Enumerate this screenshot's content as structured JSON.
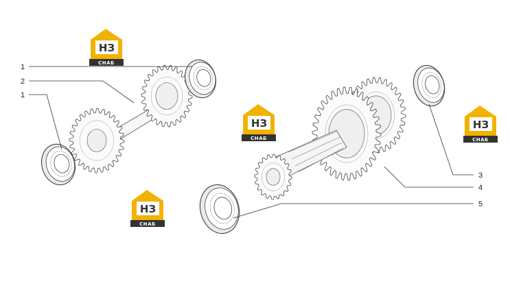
{
  "callouts": {
    "c1a": "1",
    "c2": "2",
    "c1b": "1",
    "c3": "3",
    "c4": "4",
    "c5": "5"
  },
  "watermark": {
    "big": "НЗ",
    "small": "СНАБ",
    "colors": {
      "yellow": "#f2b200",
      "dark": "#333333",
      "white": "#ffffff"
    }
  }
}
